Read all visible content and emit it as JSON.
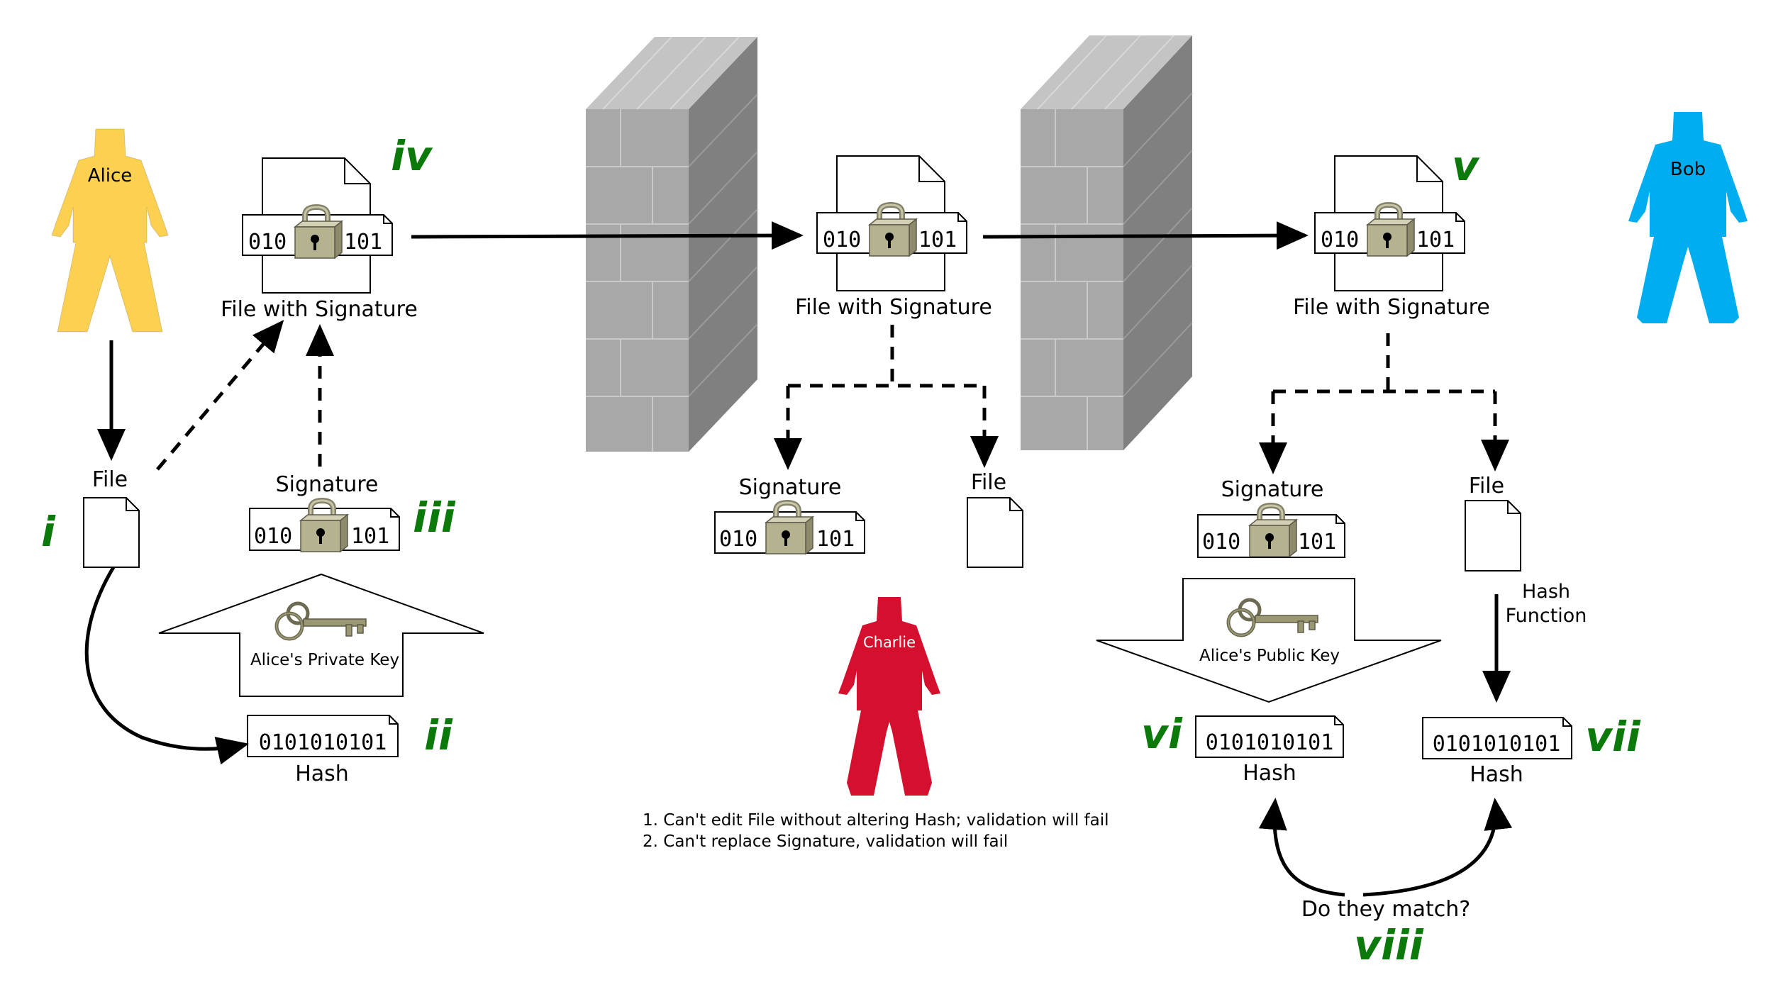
{
  "colors": {
    "alice": "#fcd050",
    "bob": "#00aeef",
    "charlie": "#d5102e",
    "roman": "#0b7a0b",
    "wall_front": "#a8a8a8",
    "wall_top": "#c4c4c4",
    "wall_side": "#808080",
    "lock": "#b5b28f",
    "key": "#9a9873"
  },
  "people": {
    "alice": "Alice",
    "bob": "Bob",
    "charlie": "Charlie"
  },
  "labels": {
    "file": "File",
    "signature": "Signature",
    "file_with_signature": "File with Signature",
    "hash": "Hash",
    "hash_function": [
      "Hash",
      "Function"
    ],
    "private_key": "Alice's Private Key",
    "public_key": "Alice's Public Key",
    "do_they_match": "Do they match?"
  },
  "binary": {
    "full": "0101010101",
    "left": "010",
    "right": "101"
  },
  "steps": {
    "i": "i",
    "ii": "ii",
    "iii": "iii",
    "iv": "iv",
    "v": "v",
    "vi": "vi",
    "vii": "vii",
    "viii": "viii"
  },
  "notes": [
    "1. Can't edit File without altering Hash; validation will fail",
    "2. Can't replace Signature, validation will fail"
  ],
  "icons": [
    "person-icon",
    "file-icon",
    "padlock-icon",
    "key-icon",
    "firewall-icon",
    "arrow-icon"
  ]
}
